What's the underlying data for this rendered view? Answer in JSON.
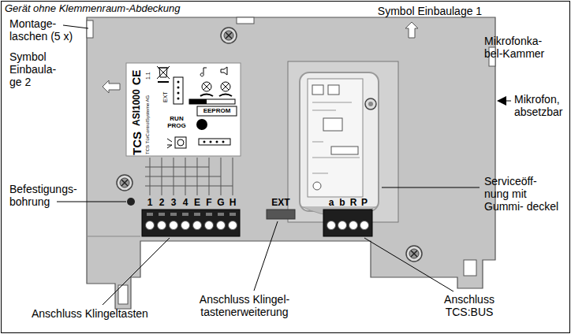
{
  "diagram": {
    "title": "Gerät ohne Klemmenraum-Abdeckung",
    "labels": [
      "Symbol Einbaulage 1",
      "Montage- laschen (5 x)",
      "Mikrofonka- bel-Kammer",
      "Symbol Einbaula- ge 2",
      "Mikrofon, absetzbar",
      "Befestigungs- bohrung",
      "Serviceöff- nung mit Gummi- deckel",
      "Anschluss Klingeltasten",
      "Anschluss Klingel- tastenerweiterung",
      "Anschluss TCS:BUS",
      "TCS",
      "ASI1000",
      "TCS TürControlSysteme AG",
      "1.1",
      "CE",
      "EXT",
      "RUN PROG",
      "EEPROM",
      "1",
      "2",
      "3",
      "4",
      "E",
      "F",
      "G",
      "H",
      "EXT",
      "a",
      "b",
      "R",
      "P"
    ]
  }
}
